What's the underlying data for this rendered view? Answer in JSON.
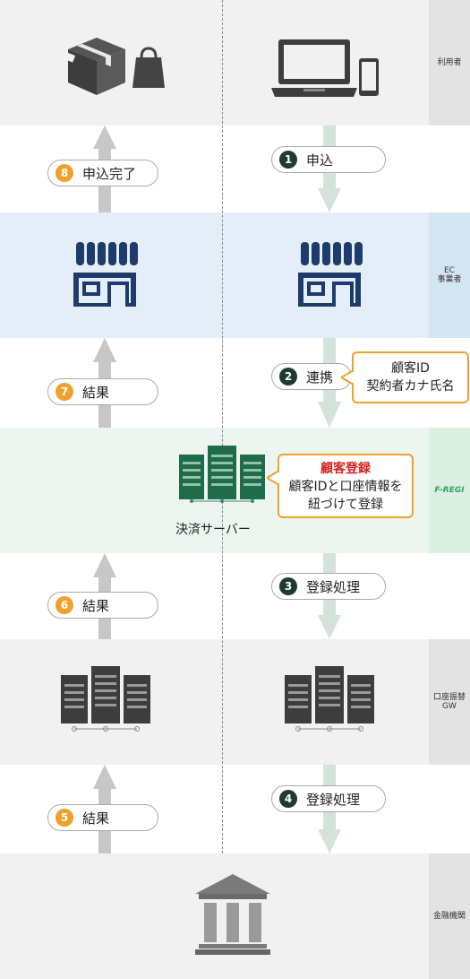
{
  "lanes": {
    "user": "利用者",
    "ec": "EC\n事業者",
    "fregi": "F-REGI",
    "gw": "口座振替\nGW",
    "bank": "金融機関"
  },
  "steps": [
    {
      "n": "1",
      "label": "申込"
    },
    {
      "n": "2",
      "label": "連携"
    },
    {
      "n": "3",
      "label": "登録処理"
    },
    {
      "n": "4",
      "label": "登録処理"
    },
    {
      "n": "5",
      "label": "結果"
    },
    {
      "n": "6",
      "label": "結果"
    },
    {
      "n": "7",
      "label": "結果"
    },
    {
      "n": "8",
      "label": "申込完了"
    }
  ],
  "callout_ec": {
    "line1": "顧客ID",
    "line2": "契約者カナ氏名"
  },
  "callout_fregi": {
    "title": "顧客登録",
    "line1": "顧客IDと口座情報を",
    "line2": "紐づけて登録"
  },
  "server_label": "決済サーバー",
  "colors": {
    "navy": "#1d3b6b",
    "green": "#2a8a5c",
    "orange": "#f0a02c",
    "red": "#d81e1e"
  }
}
